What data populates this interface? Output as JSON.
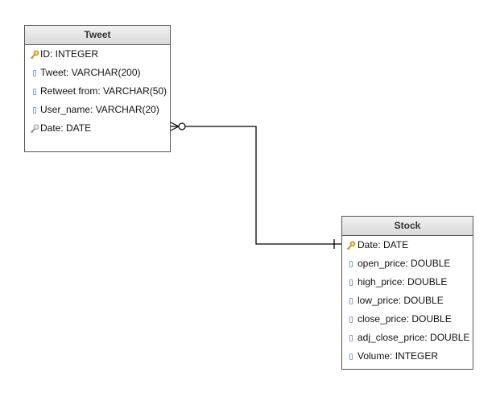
{
  "entities": {
    "tweet": {
      "title": "Tweet",
      "fields": [
        {
          "label": "ID: INTEGER",
          "icon": "primary-key-icon"
        },
        {
          "label": "Tweet: VARCHAR(200)",
          "icon": "column-icon"
        },
        {
          "label": "Retweet from: VARCHAR(50)",
          "icon": "column-icon"
        },
        {
          "label": "User_name: VARCHAR(20)",
          "icon": "column-icon"
        },
        {
          "label": "Date: DATE",
          "icon": "foreign-key-icon"
        }
      ]
    },
    "stock": {
      "title": "Stock",
      "fields": [
        {
          "label": "Date: DATE",
          "icon": "primary-key-icon"
        },
        {
          "label": "open_price: DOUBLE",
          "icon": "column-icon"
        },
        {
          "label": "high_price: DOUBLE",
          "icon": "column-icon"
        },
        {
          "label": "low_price: DOUBLE",
          "icon": "column-icon"
        },
        {
          "label": "close_price: DOUBLE",
          "icon": "column-icon"
        },
        {
          "label": "adj_close_price: DOUBLE",
          "icon": "column-icon"
        },
        {
          "label": "Volume: INTEGER",
          "icon": "column-icon"
        }
      ]
    }
  },
  "relationship": {
    "from": "Tweet.Date",
    "to": "Stock.Date",
    "from_cardinality": "zero-or-many",
    "to_cardinality": "exactly-one"
  },
  "colors": {
    "key_gold": "#e8b82a",
    "column_blue": "#7aa4e0",
    "border": "#555555",
    "header_top": "#f2f2f2",
    "header_bottom": "#d9d9d9"
  }
}
